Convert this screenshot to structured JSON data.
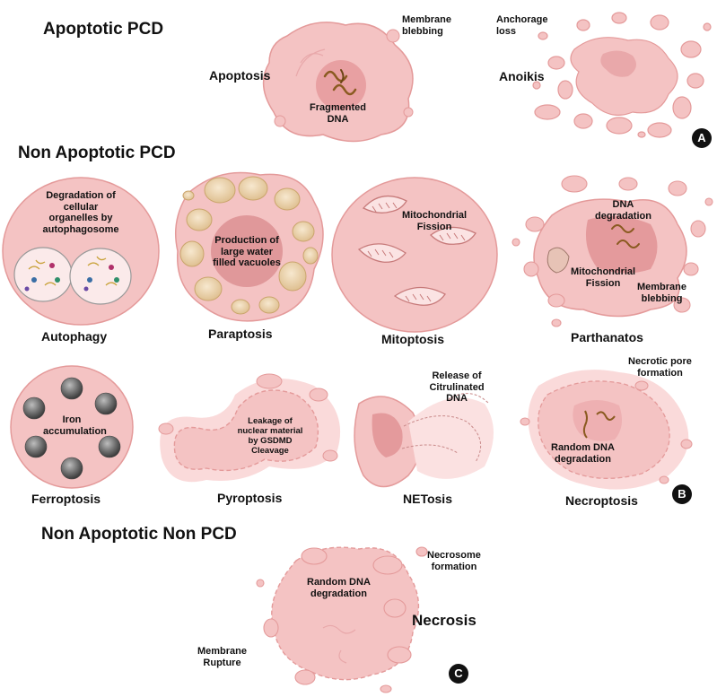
{
  "sections": {
    "apoptotic": "Apoptotic PCD",
    "non_apoptotic": "Non Apoptotic PCD",
    "non_apoptotic_non_pcd": "Non Apoptotic Non PCD"
  },
  "panels": {
    "a": "A",
    "b": "B",
    "c": "C"
  },
  "cells": {
    "apoptosis": {
      "name": "Apoptosis",
      "note1": "Membrane",
      "note2": "blebbing",
      "center1": "Fragmented",
      "center2": "DNA"
    },
    "anoikis": {
      "name": "Anoikis",
      "note1": "Anchorage",
      "note2": "loss"
    },
    "autophagy": {
      "name": "Autophagy",
      "l1": "Degradation of",
      "l2": "cellular",
      "l3": "organelles by",
      "l4": "autophagosome"
    },
    "paraptosis": {
      "name": "Paraptosis",
      "l1": "Production of",
      "l2": "large water",
      "l3": "filled vacuoles"
    },
    "mitoptosis": {
      "name": "Mitoptosis",
      "l1": "Mitochondrial",
      "l2": "Fission"
    },
    "parthanatos": {
      "name": "Parthanatos",
      "a1": "DNA",
      "a2": "degradation",
      "b1": "Mitochondrial",
      "b2": "Fission",
      "c1": "Membrane",
      "c2": "blebbing"
    },
    "ferroptosis": {
      "name": "Ferroptosis",
      "l1": "Iron",
      "l2": "accumulation"
    },
    "pyroptosis": {
      "name": "Pyroptosis",
      "l1": "Leakage of",
      "l2": "nuclear material",
      "l3": "by GSDMD",
      "l4": "Cleavage"
    },
    "netosis": {
      "name": "NETosis",
      "l1": "Release of",
      "l2": "Citrulinated",
      "l3": "DNA"
    },
    "necroptosis": {
      "name": "Necroptosis",
      "a1": "Necrotic pore",
      "a2": "formation",
      "b1": "Random DNA",
      "b2": "degradation"
    },
    "necrosis": {
      "name": "Necrosis",
      "a1": "Necrosome",
      "a2": "formation",
      "b1": "Random DNA",
      "b2": "degradation",
      "c1": "Membrane",
      "c2": "Rupture"
    }
  },
  "colors": {
    "cell_fill": "#f4c3c3",
    "cell_stroke": "#e49a9a",
    "nucleus": "#e8a0a2",
    "dna": "#8a5a20",
    "vacuole": "#efd6b3",
    "iron": "#6a6a6a",
    "badge": "#111111"
  }
}
